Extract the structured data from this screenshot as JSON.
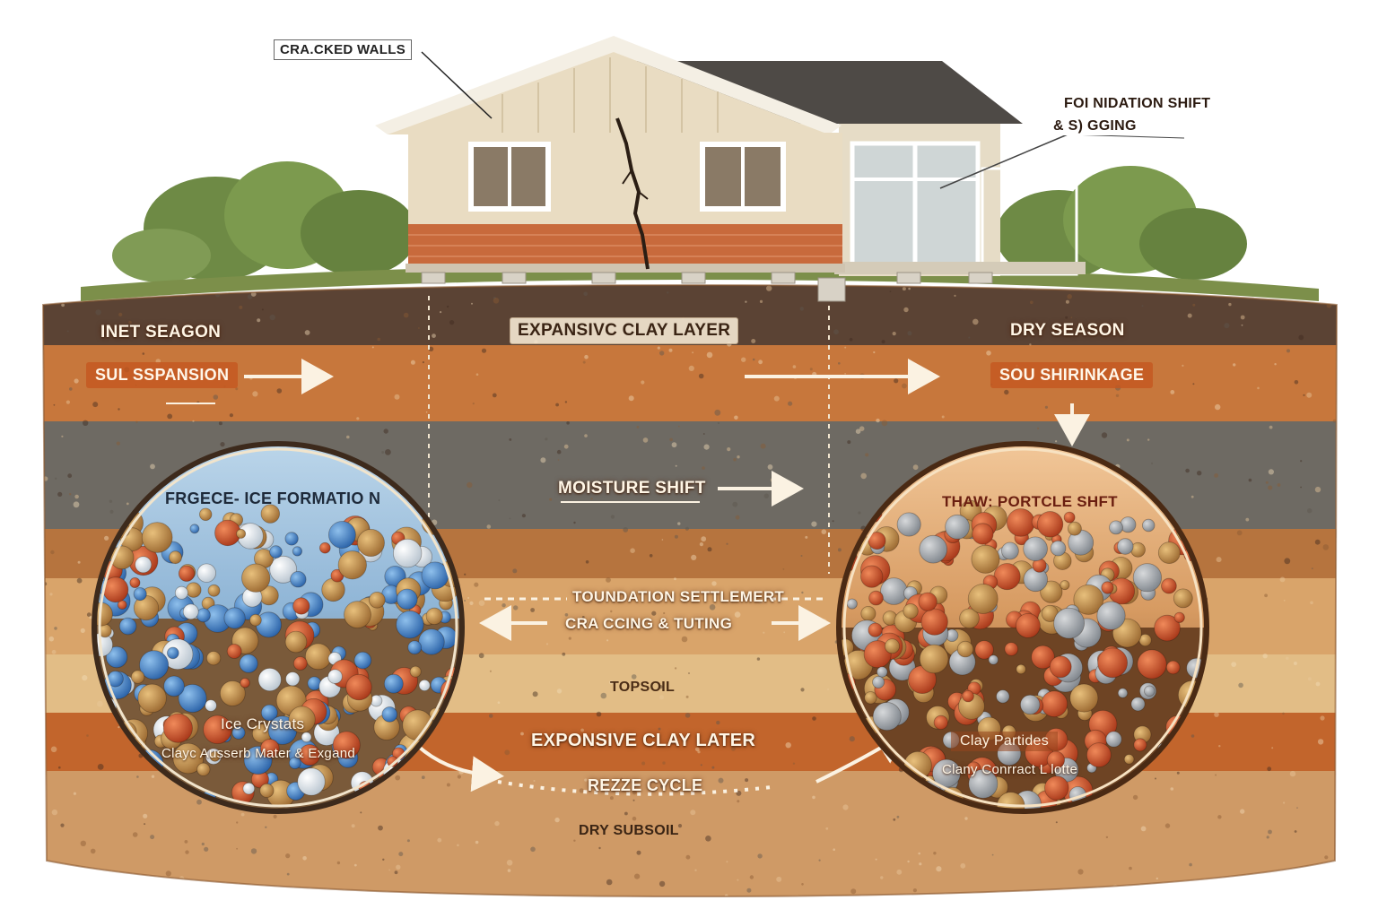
{
  "labels": {
    "cracked_walls": "CRA.CKED WALLS",
    "foundation_shift_1": "FOI NIDATION SHIFT",
    "foundation_shift_2": "& S) GGING",
    "wet_season": "INET SEAGON",
    "expansive_clay_layer": "EXPANSIVC CLAY LAYER",
    "dry_season": "DRY SEASON",
    "soil_expansion": "SUL SSPANSION",
    "soil_shrinkage": "SOU SHIRINKAGE",
    "moisture_shift": "MOISTURE SHIFT",
    "freeze_ice_formation": "FRGECE- ICE FORMATIO N",
    "thaw_particle_shift": "THAW: PORTCLE SHFT",
    "foundation_settlement": "TOUNDATION SETTLEMERT",
    "cracking_tilting": "CRA CCING & TUTING",
    "topsoil": "TOPSOIL",
    "expansive_clay_later": "EXPONSIVE CLAY LATER",
    "freeze_cycle": "REZZE CYCLE",
    "dry_subsoil": "DRY SUBSOIL",
    "ice_crystals": "Ice Crystats",
    "clay_absorb": "Clayc Ausserb Mater & Exgand",
    "clay_particles": "Clay Partides",
    "clay_contract": "Clany Conrract L lotte"
  },
  "colors": {
    "topsoil_dark": "#5b4334",
    "clay_orange": "#c7773c",
    "gravel_gray": "#6e6a63",
    "deep_soil": "#c98a55",
    "ice_blue": "#3d7fc4",
    "clay_red": "#c8502a",
    "wall_cream": "#e9dcc2",
    "brick": "#c86a3c",
    "roof": "#4e4a46",
    "grass": "#6f8a45"
  }
}
